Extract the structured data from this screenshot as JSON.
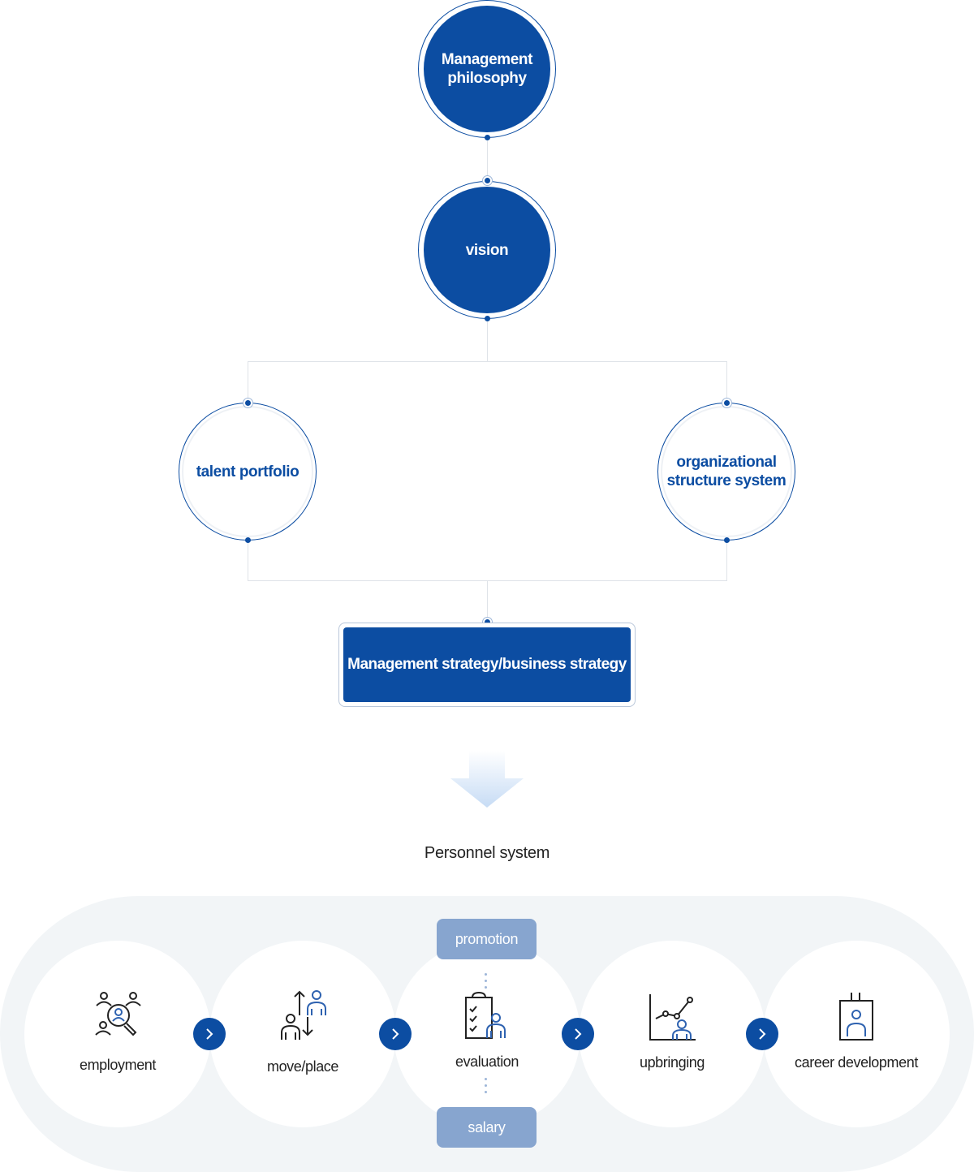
{
  "top": {
    "philosophy": "Management\nphilosophy",
    "vision": "vision",
    "talent": "talent portfolio",
    "org": "organizational\nstructure system",
    "strategy": "Management strategy/business strategy"
  },
  "personnel": {
    "title": "Personnel system",
    "stages": [
      {
        "label": "employment",
        "icon": "employment-icon"
      },
      {
        "label": "move/place",
        "icon": "move-place-icon"
      },
      {
        "label": "evaluation",
        "icon": "evaluation-icon"
      },
      {
        "label": "upbringing",
        "icon": "upbringing-icon"
      },
      {
        "label": "career development",
        "icon": "career-development-icon"
      }
    ],
    "promotion": "promotion",
    "salary": "salary"
  },
  "colors": {
    "primary": "#0c4da2",
    "pill": "#87a5cf",
    "band": "#f2f5f7"
  }
}
